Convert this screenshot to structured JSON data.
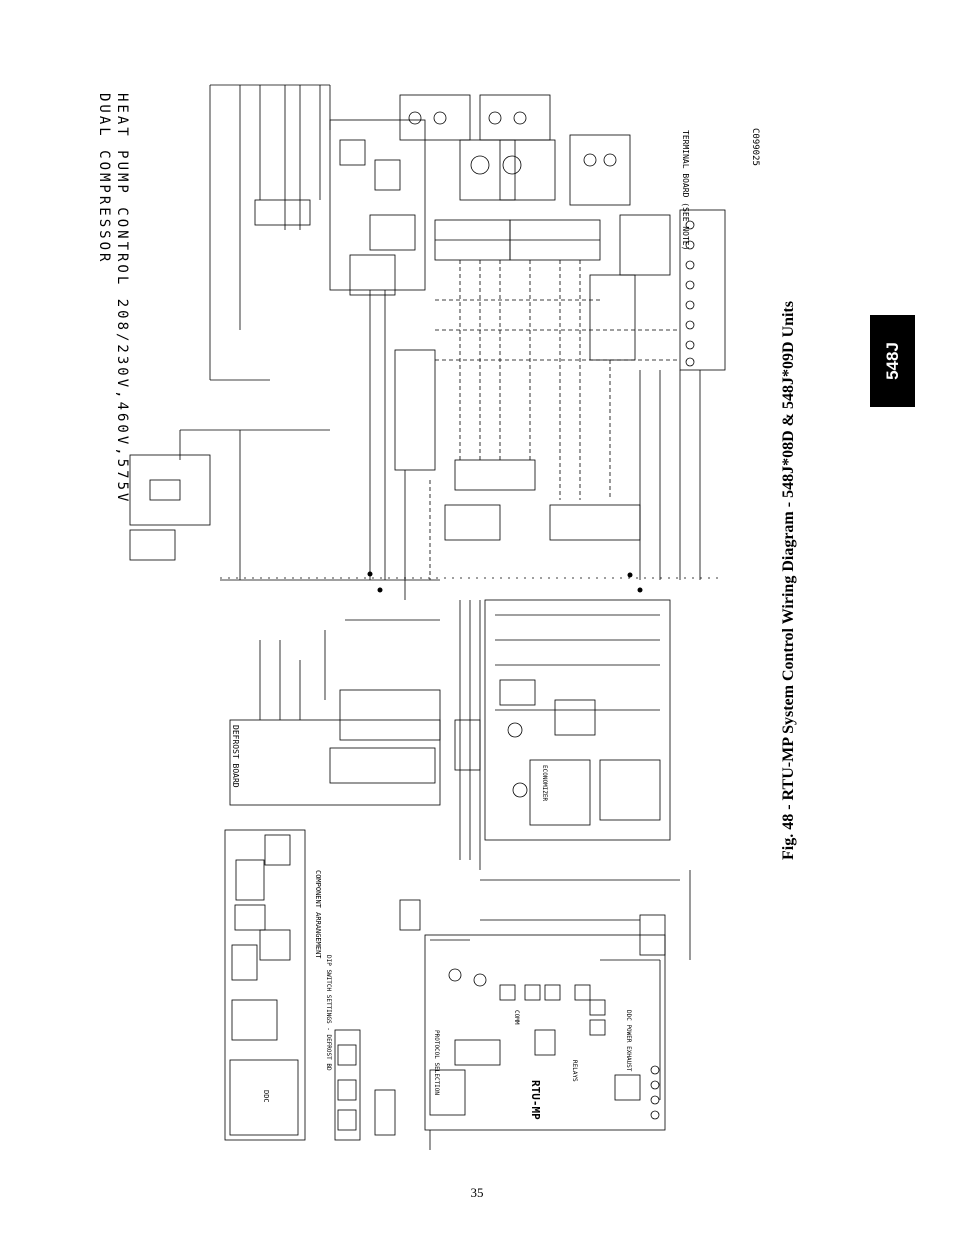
{
  "side_tab": {
    "label": "548J"
  },
  "diagram": {
    "title_line1": "HEAT PUMP CONTROL 208/230V,460V,575V",
    "title_line2": "DUAL COMPRESSOR",
    "figure_code": "C099025",
    "board_labels": {
      "rtu_mp": "RTU-MP",
      "defrost_board": "DEFROST BOARD",
      "terminal_board": "TERMINAL BOARD (SEE NOTE)",
      "component_arrangement": "COMPONENT ARRANGEMENT",
      "dip_settings": "DIP SWITCH SETTINGS - DEFROST BD",
      "ddc": "DDC",
      "protocol_selection": "PROTOCOL SELECTION",
      "economizer": "ECONOMIZER",
      "ddc_power_exhaust": "DDC POWER EXHAUST",
      "relays": "RELAYS",
      "comm": "COMM"
    }
  },
  "caption": {
    "text": "Fig. 48 - RTU-MP System Control Wiring Diagram - 548J*08D & 548J*09D Units"
  },
  "page_number": "35",
  "colors": {
    "ink": "#000000",
    "paper": "#ffffff",
    "tab_bg": "#000000",
    "tab_text": "#ffffff"
  }
}
